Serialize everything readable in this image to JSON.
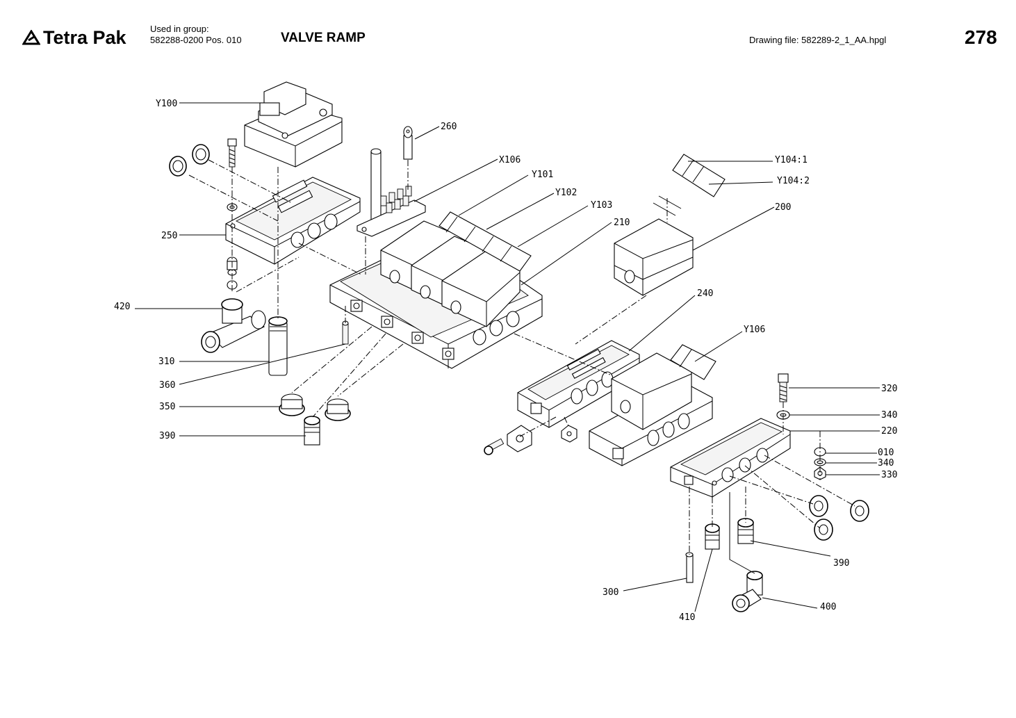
{
  "header": {
    "brand": "Tetra Pak",
    "used_in_group_label": "Used in group:",
    "used_in_group_value": "582288-0200 Pos. 010",
    "title": "VALVE RAMP",
    "drawing_file": "Drawing file:  582289-2_1_AA.hpgl",
    "page_number": "278"
  },
  "labels": [
    {
      "id": "Y100",
      "text": "Y100"
    },
    {
      "id": "260",
      "text": "260"
    },
    {
      "id": "X106",
      "text": "X106"
    },
    {
      "id": "Y101",
      "text": "Y101"
    },
    {
      "id": "Y102",
      "text": "Y102"
    },
    {
      "id": "Y103",
      "text": "Y103"
    },
    {
      "id": "210",
      "text": "210"
    },
    {
      "id": "Y104_1",
      "text": "Y104:1"
    },
    {
      "id": "Y104_2",
      "text": "Y104:2"
    },
    {
      "id": "200",
      "text": "200"
    },
    {
      "id": "250",
      "text": "250"
    },
    {
      "id": "420",
      "text": "420"
    },
    {
      "id": "310",
      "text": "310"
    },
    {
      "id": "360",
      "text": "360"
    },
    {
      "id": "350",
      "text": "350"
    },
    {
      "id": "390a",
      "text": "390"
    },
    {
      "id": "240",
      "text": "240"
    },
    {
      "id": "Y106",
      "text": "Y106"
    },
    {
      "id": "320",
      "text": "320"
    },
    {
      "id": "340a",
      "text": "340"
    },
    {
      "id": "220",
      "text": "220"
    },
    {
      "id": "010",
      "text": "010"
    },
    {
      "id": "340b",
      "text": "340"
    },
    {
      "id": "330",
      "text": "330"
    },
    {
      "id": "390b",
      "text": "390"
    },
    {
      "id": "300",
      "text": "300"
    },
    {
      "id": "400",
      "text": "400"
    },
    {
      "id": "410",
      "text": "410"
    }
  ]
}
